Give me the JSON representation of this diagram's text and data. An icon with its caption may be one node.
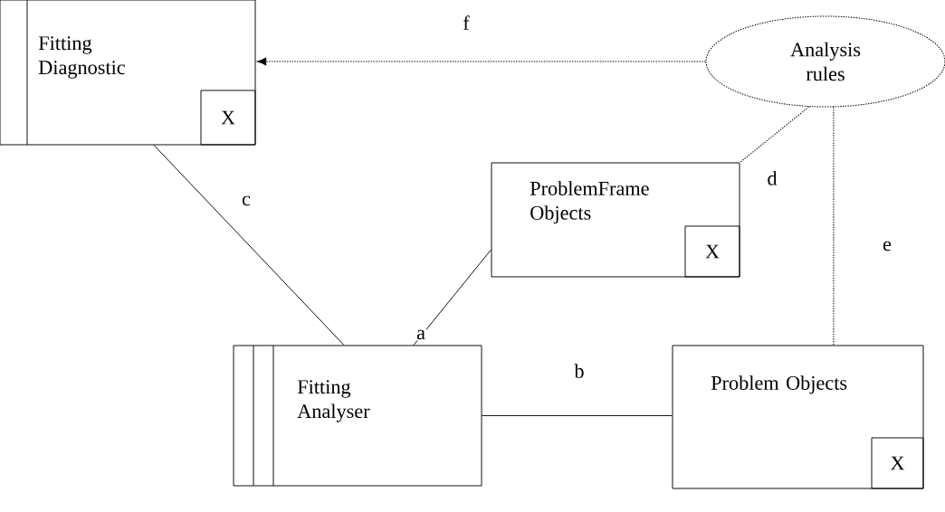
{
  "diagram": {
    "nodes": [
      {
        "text": [
          "Fitting Diagnostic"
        ]
      },
      {
        "text": [
          "X"
        ],
        "in": 0
      },
      {
        "text": [
          "Analysis rules"
        ]
      },
      {
        "text": [
          "ProblemFrame Objects"
        ]
      },
      {
        "text": [
          "X"
        ],
        "in": 3
      },
      {
        "text": [
          "Fitting Analyser"
        ]
      },
      {
        "text": [
          "Problem Objects"
        ]
      },
      {
        "text": [
          "X"
        ],
        "in": 6
      }
    ],
    "edges": [
      {
        "from": 2,
        "to": 0,
        "arrow": "to",
        "label": "f",
        "style": "dashed"
      },
      {
        "from": 0,
        "to": 5,
        "arrow": "none",
        "label": "c"
      },
      {
        "from": 5,
        "to": 3,
        "arrow": "none",
        "label": "a"
      },
      {
        "from": 5,
        "to": 6,
        "arrow": "none",
        "label": "b"
      },
      {
        "from": 2,
        "to": 3,
        "arrow": "none",
        "label": "d",
        "style": "dashed"
      },
      {
        "from": 2,
        "to": 6,
        "arrow": "none",
        "label": "e",
        "style": "dashed"
      }
    ]
  }
}
